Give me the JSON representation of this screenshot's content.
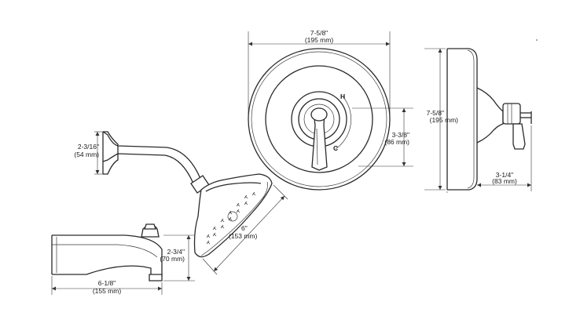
{
  "dimensions": {
    "trim_width": {
      "imperial": "7-5/8\"",
      "metric": "(195 mm)"
    },
    "trim_height": {
      "imperial": "7-5/8\"",
      "metric": "(195 mm)"
    },
    "handle_offset": {
      "imperial": "3-3/8\"",
      "metric": "(86 mm)"
    },
    "trim_projection": {
      "imperial": "3-1/4\"",
      "metric": "(83 mm)"
    },
    "flange_height": {
      "imperial": "2-3/16\"",
      "metric": "(54 mm)"
    },
    "showerhead_diameter": {
      "imperial": "6\"",
      "metric": "(153 mm)"
    },
    "spout_height": {
      "imperial": "2-3/4\"",
      "metric": "(70 mm)"
    },
    "spout_length": {
      "imperial": "6-1/8\"",
      "metric": "(155 mm)"
    }
  },
  "handle_marks": {
    "hot": "H",
    "cold": "C"
  }
}
